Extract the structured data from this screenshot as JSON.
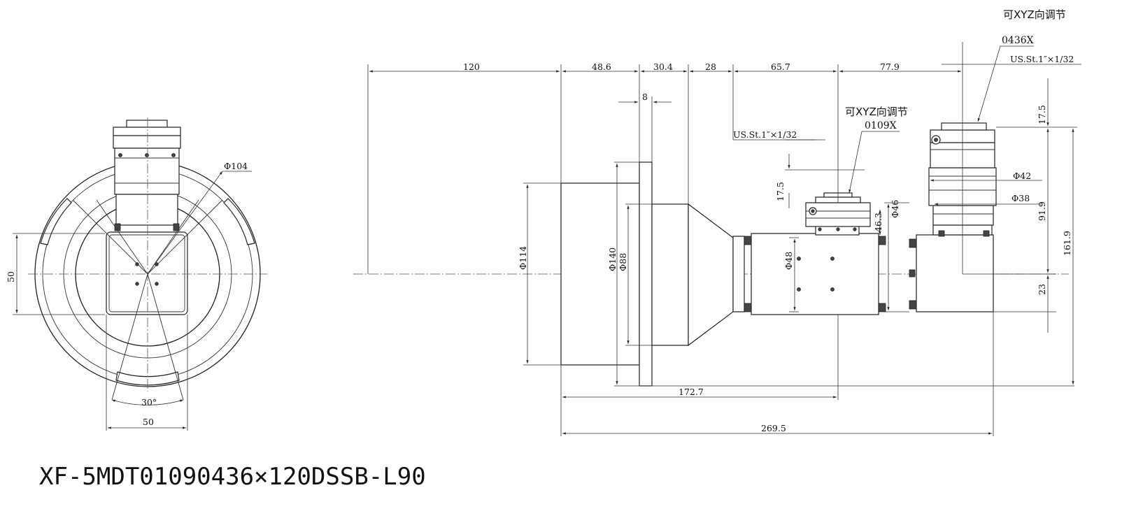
{
  "title": "XF-5MDT01090436×120DSSB-L90",
  "front_view": {
    "dia_label": "Φ104",
    "left_dim": "50",
    "angle_label": "30°",
    "bottom_dim": "50"
  },
  "side_view": {
    "top_dims": [
      "120",
      "48.6",
      "30.4",
      "28",
      "65.7",
      "77.9"
    ],
    "flange_dim": "8",
    "bottom_dims": [
      "172.7",
      "269.5"
    ],
    "diameters": [
      "Φ114",
      "Φ140",
      "Φ88",
      "Φ48",
      "Φ46",
      "Φ42",
      "Φ38"
    ],
    "vertical_dims": [
      "17.5",
      "46.3",
      "17.5",
      "91.9",
      "161.9",
      "23"
    ],
    "thread_labels": [
      "US.St.1″×1/32",
      "US.St.1″×1/32"
    ],
    "adjust_notes": [
      "可XYZ向调节",
      "可XYZ向调节"
    ],
    "part_codes": [
      "0109X",
      "0436X"
    ]
  }
}
